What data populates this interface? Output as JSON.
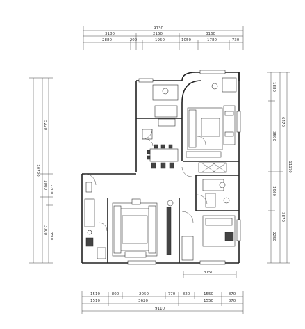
{
  "top": {
    "row0": [
      "9130"
    ],
    "row1": [
      "3180",
      "2150",
      "3160"
    ],
    "row2": [
      "2880",
      "200",
      "1950",
      "1050",
      "1780",
      "730"
    ]
  },
  "bottom": {
    "row0": [
      "1510",
      "800",
      "2050",
      "770",
      "820",
      "1550",
      "870"
    ],
    "row1": [
      "1510",
      "3620",
      "1550",
      "870"
    ],
    "row2": [
      "9110"
    ],
    "side_label": "3150"
  },
  "left": {
    "outer": [
      "10720"
    ],
    "mid": [
      "5220",
      "1000",
      "3700"
    ],
    "inner": [
      "2200",
      "3500"
    ]
  },
  "right": {
    "outer": [
      "11170"
    ],
    "mid": [
      "6470",
      "3870"
    ],
    "inner": [
      "1880",
      "3590",
      "1960",
      "2250"
    ]
  }
}
